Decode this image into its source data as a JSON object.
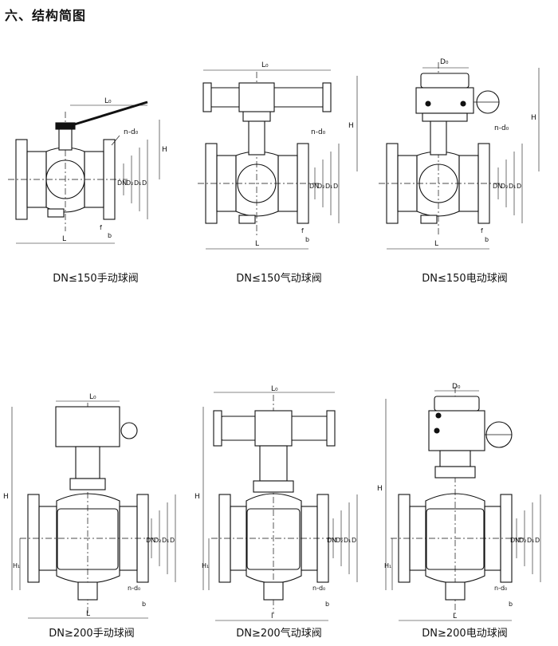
{
  "heading": "六、结构简图",
  "captions": {
    "c1": "DN≤150手动球阀",
    "c2": "DN≤150气动球阀",
    "c3": "DN≤150电动球阀",
    "c4": "DN≥200手动球阀",
    "c5": "DN≥200气动球阀",
    "c6": "DN≥200电动球阀"
  },
  "labels": {
    "L0": "L₀",
    "D0": "D₀",
    "H": "H",
    "H1": "H₁",
    "L": "L",
    "l": "l",
    "n_d0": "n-d₀",
    "DN": "DN",
    "D2": "D₂",
    "D1": "D₁",
    "D": "D",
    "f": "f",
    "b": "b"
  }
}
